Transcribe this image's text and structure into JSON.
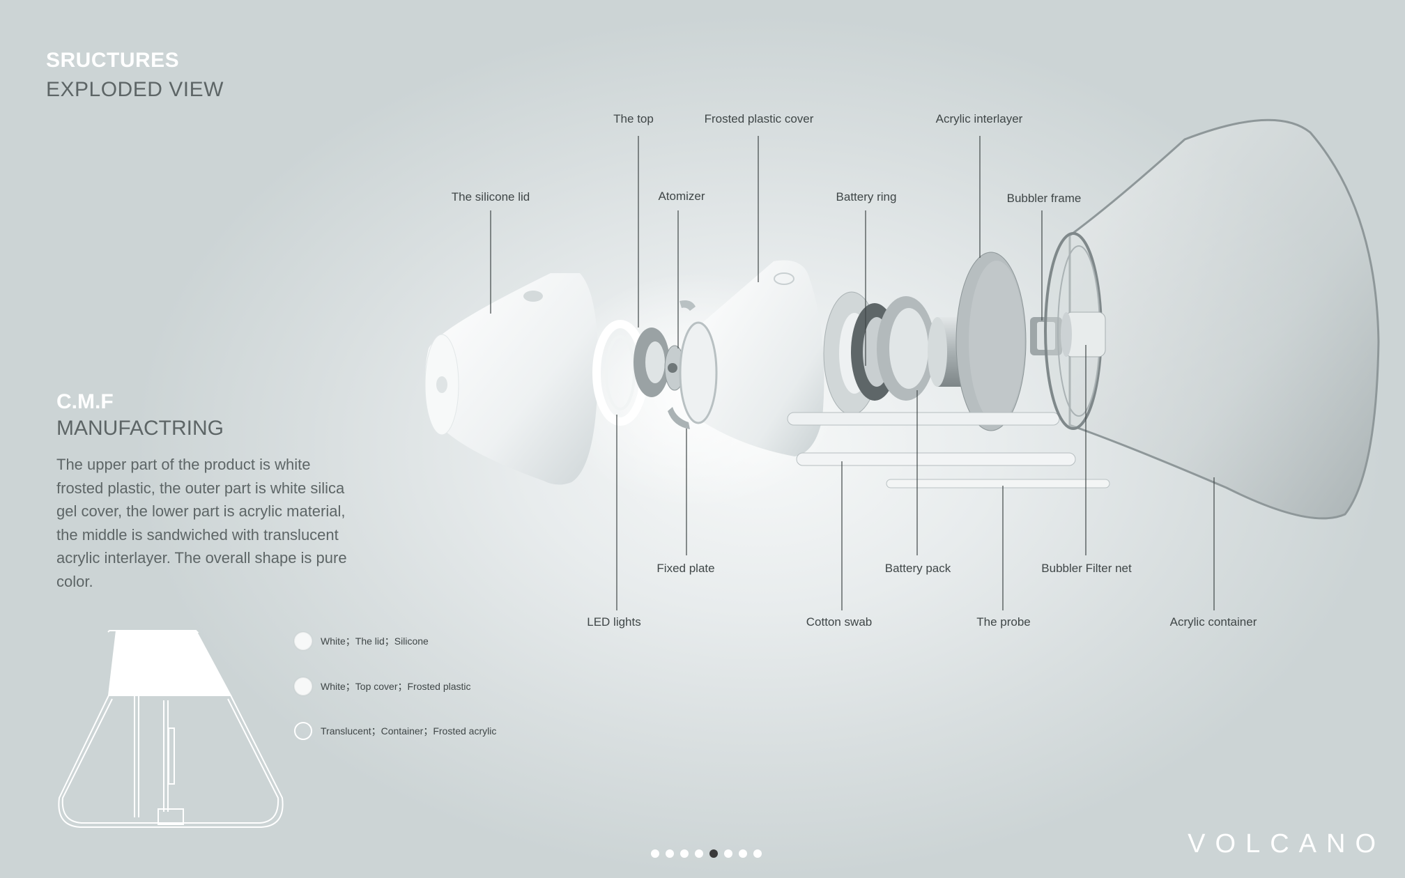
{
  "header": {
    "title": "SRUCTURES",
    "subtitle": "EXPLODED VIEW"
  },
  "cmf": {
    "title": "C.M.F",
    "subtitle": "MANUFACTRING",
    "body": "The upper part of the product is white frosted plastic, the outer part is white silica gel cover, the lower part is acrylic material, the middle is sandwiched with translucent acrylic interlayer. The overall shape is pure color."
  },
  "parts": {
    "silicone_lid": "The silicone lid",
    "the_top": "The top",
    "atomizer": "Atomizer",
    "frosted_cover": "Frosted plastic cover",
    "battery_ring": "Battery ring",
    "acrylic_interlayer": "Acrylic interlayer",
    "bubbler_frame": "Bubbler frame",
    "fixed_plate": "Fixed plate",
    "battery_pack": "Battery pack",
    "bubbler_filter_net": "Bubbler Filter net",
    "led_lights": "LED lights",
    "cotton_swab": "Cotton swab",
    "the_probe": "The probe",
    "acrylic_container": "Acrylic container"
  },
  "legend": [
    {
      "text": "White；The lid；Silicone",
      "swatch": "white"
    },
    {
      "text": "White；Top cover；Frosted plastic",
      "swatch": "white"
    },
    {
      "text": "Translucent；Container；Frosted acrylic",
      "swatch": "clear"
    }
  ],
  "pagination": {
    "total": 8,
    "active": 5
  },
  "brand": "VOLCANO"
}
